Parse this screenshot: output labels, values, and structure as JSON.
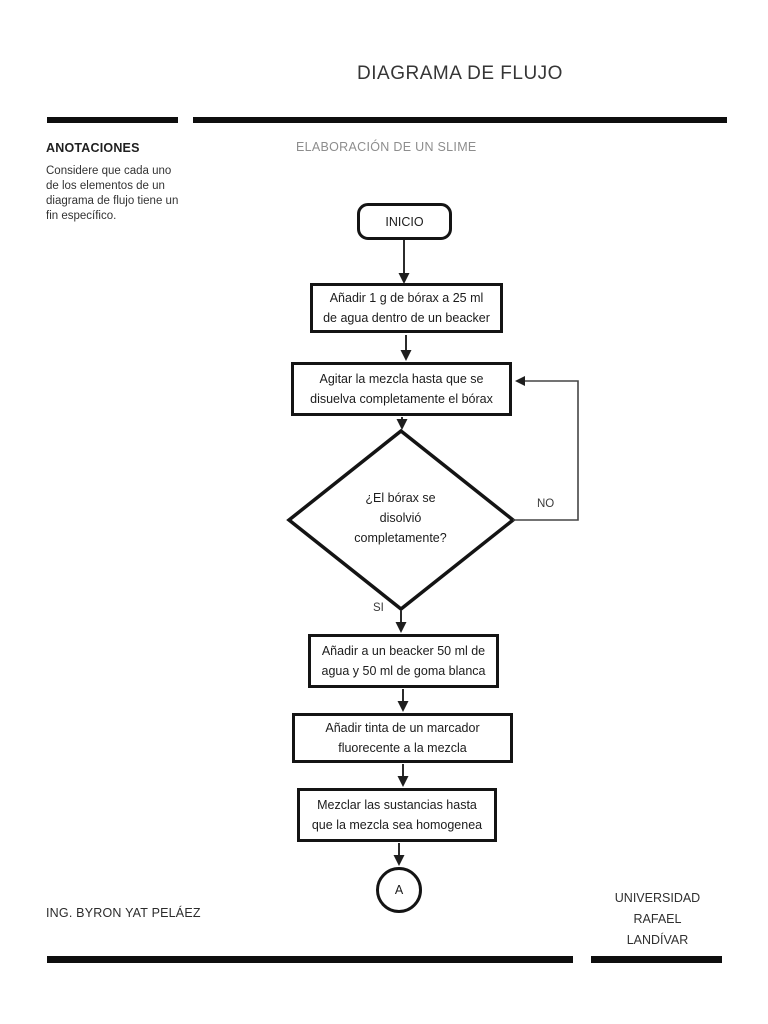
{
  "page": {
    "title": "DIAGRAMA DE FLUJO"
  },
  "annotations": {
    "heading": "ANOTACIONES",
    "body_lines": [
      "Considere que cada uno",
      "de los elementos de un",
      "diagrama de flujo tiene un",
      "fin específico."
    ]
  },
  "flowchart": {
    "subtitle": "ELABORACIÓN DE UN SLIME",
    "start_label": "INICIO",
    "steps": {
      "step1": {
        "lines": [
          "Añadir 1 g de bórax a 25 ml",
          "de agua dentro de un beacker"
        ]
      },
      "step2": {
        "lines": [
          "Agitar la mezcla hasta que se",
          "disuelva completamente el bórax"
        ]
      },
      "decision": {
        "lines": [
          "¿El bórax se",
          "disolvió",
          "completamente?"
        ],
        "no_label": "NO",
        "yes_label": "SI"
      },
      "step3": {
        "lines": [
          "Añadir a un beacker 50 ml de",
          "agua y 50 ml de goma blanca"
        ]
      },
      "step4": {
        "lines": [
          "Añadir tinta de un marcador",
          "fluorecente a la mezcla"
        ]
      },
      "step5": {
        "lines": [
          "Mezclar las sustancias hasta",
          "que la mezcla sea homogenea"
        ]
      },
      "connector_label": "A"
    }
  },
  "footer": {
    "author": "ING. BYRON YAT PELÁEZ",
    "institution_lines": [
      "UNIVERSIDAD",
      "RAFAEL",
      "LANDÍVAR"
    ]
  },
  "colors": {
    "divider_bar": "#0e0e0e",
    "shape_border": "#141414",
    "flow_text": "#1c1c1c",
    "subtitle_gray": "#8d8d8d",
    "title_gray": "#363636"
  }
}
